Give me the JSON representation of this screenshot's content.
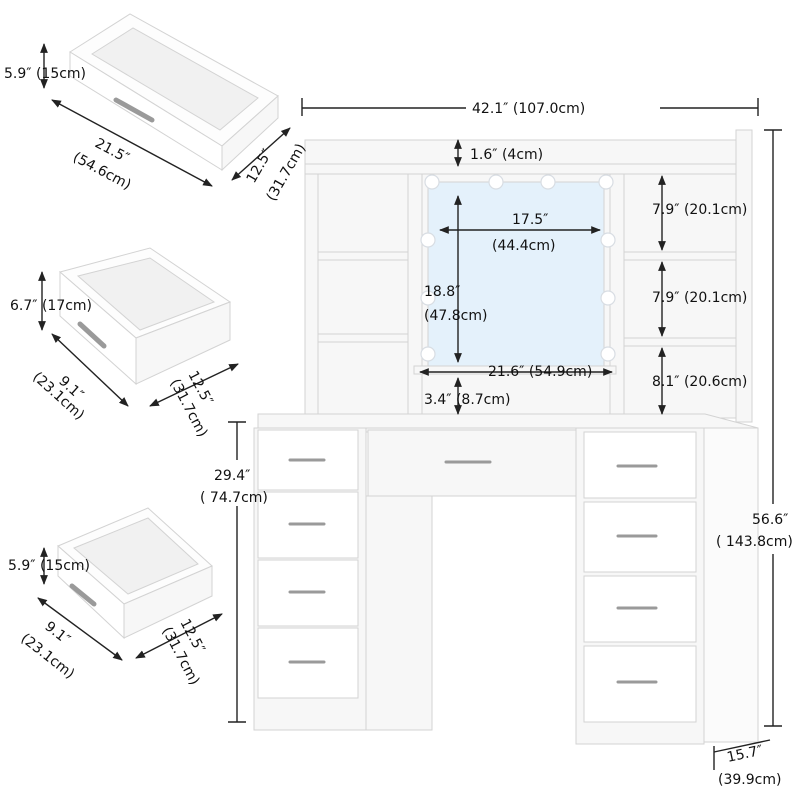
{
  "colors": {
    "background": "#ffffff",
    "furniture": "#f7f7f7",
    "outline": "#d3d3d3",
    "mirror": "#e4f1fb",
    "bulb": "#ffffff",
    "handle": "#9a9a9a",
    "dimension_line": "#222222",
    "text": "#111111"
  },
  "dimensions": {
    "top_drawer_height": "5.9″ (15cm)",
    "top_drawer_width_in": "21.5″",
    "top_drawer_width_cm": "(54.6cm)",
    "top_drawer_depth_in": "12.5″",
    "top_drawer_depth_cm": "(31.7cm)",
    "mid_drawer_height": "6.7″ (17cm)",
    "mid_drawer_width_in": "9.1″",
    "mid_drawer_width_cm": "(23.1cm)",
    "mid_drawer_depth_in": "12.5″",
    "mid_drawer_depth_cm": "(31.7cm)",
    "bottom_drawer_height": "5.9″ (15cm)",
    "bottom_drawer_width_in": "9.1″",
    "bottom_drawer_width_cm": "(23.1cm)",
    "bottom_drawer_depth_in": "12.5″",
    "bottom_drawer_depth_cm": "(31.7cm)",
    "overall_width": "42.1″ (107.0cm)",
    "top_shelf": "1.6″ (4cm)",
    "mirror_width_in": "17.5″",
    "mirror_width_cm": "(44.4cm)",
    "mirror_height_in": "18.8″",
    "mirror_height_cm": "(47.8cm)",
    "mirror_bay_width": "21.6″ (54.9cm)",
    "mirror_bottom_gap": "3.4″ (8.7cm)",
    "shelf_1": "7.9″ (20.1cm)",
    "shelf_2": "7.9″ (20.1cm)",
    "shelf_3": "8.1″ (20.6cm)",
    "desk_height_in": "29.4″",
    "desk_height_cm": "( 74.7cm)",
    "overall_height_in": "56.6″",
    "overall_height_cm": "( 143.8cm)",
    "depth_in": "15.7″",
    "depth_cm": "(39.9cm)"
  }
}
